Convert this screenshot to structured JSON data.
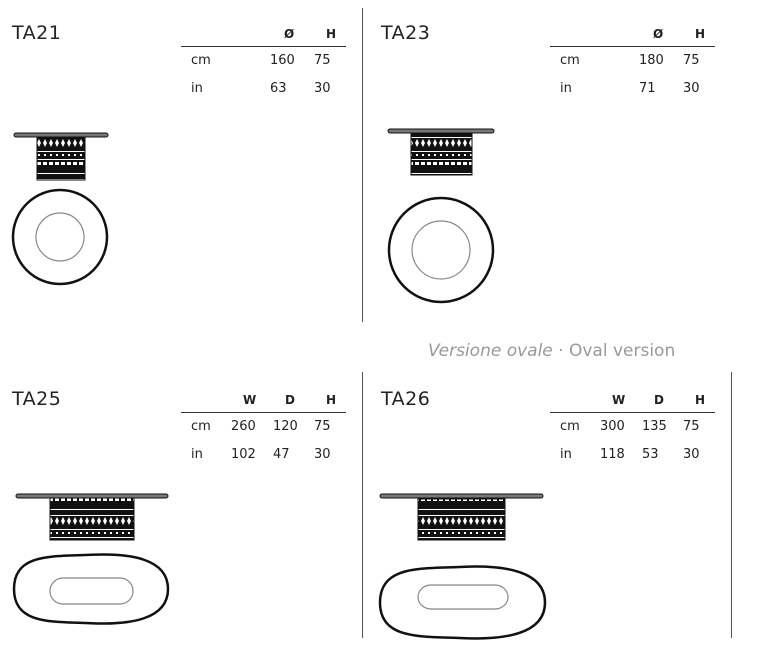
{
  "note": {
    "italian": "Versione ovale",
    "separator": " · ",
    "english": "Oval version"
  },
  "products": [
    {
      "code": "TA21",
      "headers": [
        "Ø",
        "H"
      ],
      "rows": [
        {
          "unit": "cm",
          "values": [
            "160",
            "75"
          ]
        },
        {
          "unit": "in",
          "values": [
            "63",
            "30"
          ]
        }
      ]
    },
    {
      "code": "TA23",
      "headers": [
        "Ø",
        "H"
      ],
      "rows": [
        {
          "unit": "cm",
          "values": [
            "180",
            "75"
          ]
        },
        {
          "unit": "in",
          "values": [
            "71",
            "30"
          ]
        }
      ]
    },
    {
      "code": "TA25",
      "headers": [
        "W",
        "D",
        "H"
      ],
      "rows": [
        {
          "unit": "cm",
          "values": [
            "260",
            "120",
            "75"
          ]
        },
        {
          "unit": "in",
          "values": [
            "102",
            "47",
            "30"
          ]
        }
      ]
    },
    {
      "code": "TA26",
      "headers": [
        "W",
        "D",
        "H"
      ],
      "rows": [
        {
          "unit": "cm",
          "values": [
            "300",
            "135",
            "75"
          ]
        },
        {
          "unit": "in",
          "values": [
            "118",
            "53",
            "30"
          ]
        }
      ]
    }
  ]
}
